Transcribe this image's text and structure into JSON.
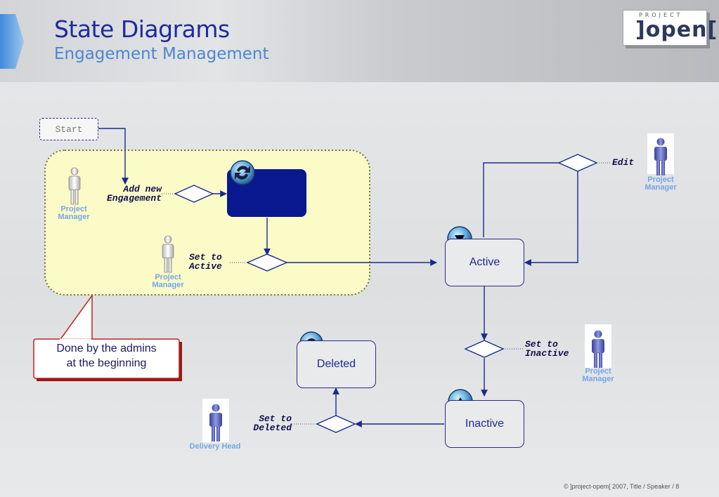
{
  "header": {
    "title": "State Diagrams",
    "subtitle": "Engagement Management"
  },
  "logo": {
    "top_text": "PROJECT",
    "main_text": "]open["
  },
  "diagram": {
    "start_label": "Start",
    "callout_text_line1": "Done by the admins",
    "callout_text_line2": "at the beginning",
    "states": {
      "active": "Active",
      "inactive": "Inactive",
      "deleted": "Deleted"
    },
    "transitions": {
      "add_new_line1": "Add new",
      "add_new_line2": "Engagement",
      "set_active_line1": "Set to",
      "set_active_line2": "Active",
      "edit": "Edit",
      "set_inactive_line1": "Set to",
      "set_inactive_line2": "Inactive",
      "set_deleted_line1": "Set to",
      "set_deleted_line2": "Deleted"
    },
    "roles": {
      "pm1_line1": "Project",
      "pm1_line2": "Manager",
      "pm2_line1": "Project",
      "pm2_line2": "Manager",
      "pm3_line1": "Project",
      "pm3_line2": "Manager",
      "pm4_line1": "Project",
      "pm4_line2": "Manager",
      "delivery_head": "Delivery Head"
    },
    "icons": {
      "initial_state": "refresh-icon",
      "active": "down-arrow-icon",
      "inactive": "up-arrow-icon",
      "deleted": "close-x-icon"
    }
  },
  "footer": {
    "text": "©  ]project-opem[  2007, Title / Speaker / 8"
  },
  "colors": {
    "title": "#1c2c9c",
    "subtitle": "#4a86d6",
    "line": "#1a2a8a",
    "initial_state_fill": "#0a1890",
    "group_fill": "#fbfbc8",
    "callout_border": "#c02020"
  }
}
